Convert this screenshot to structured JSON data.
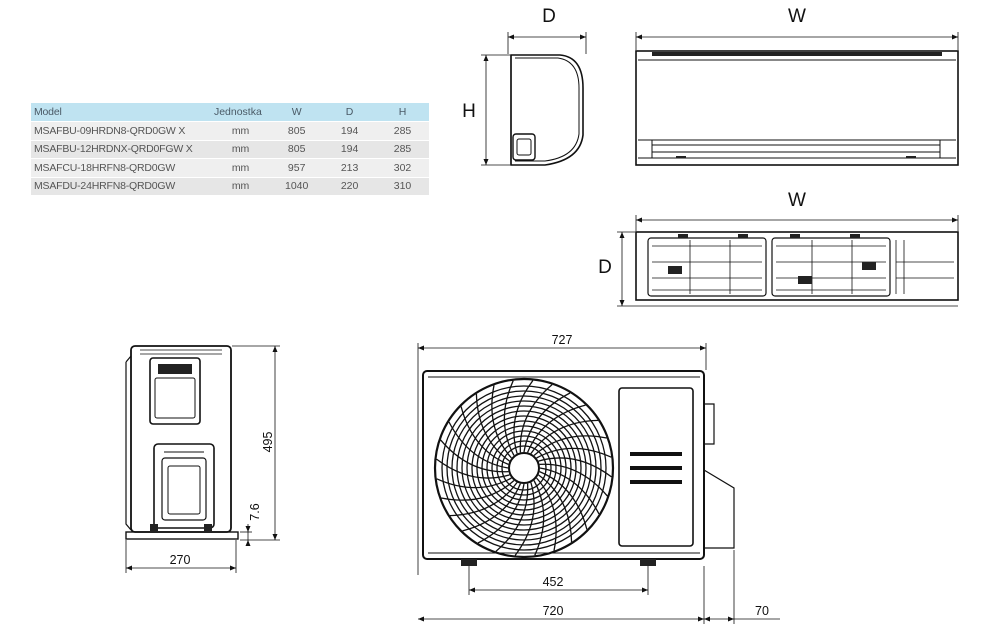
{
  "table": {
    "headers": [
      "Model",
      "Jednostka",
      "W",
      "D",
      "H"
    ],
    "rows": [
      [
        "MSAFBU-09HRDN8-QRD0GW X",
        "mm",
        "805",
        "194",
        "285"
      ],
      [
        "MSAFBU-12HRDNX-QRD0FGW X",
        "mm",
        "805",
        "194",
        "285"
      ],
      [
        "MSAFCU-18HRFN8-QRD0GW",
        "mm",
        "957",
        "213",
        "302"
      ],
      [
        "MSAFDU-24HRFN8-QRD0GW",
        "mm",
        "1040",
        "220",
        "310"
      ]
    ]
  },
  "indoor": {
    "side_depth": "D",
    "side_height": "H",
    "front_width": "W",
    "top_width": "W",
    "top_depth": "D"
  },
  "outdoor": {
    "side_height": "495",
    "side_foot": "7.6",
    "side_width": "270",
    "front_width": "727",
    "front_mount": "452",
    "front_base": "720",
    "front_offset": "70"
  }
}
